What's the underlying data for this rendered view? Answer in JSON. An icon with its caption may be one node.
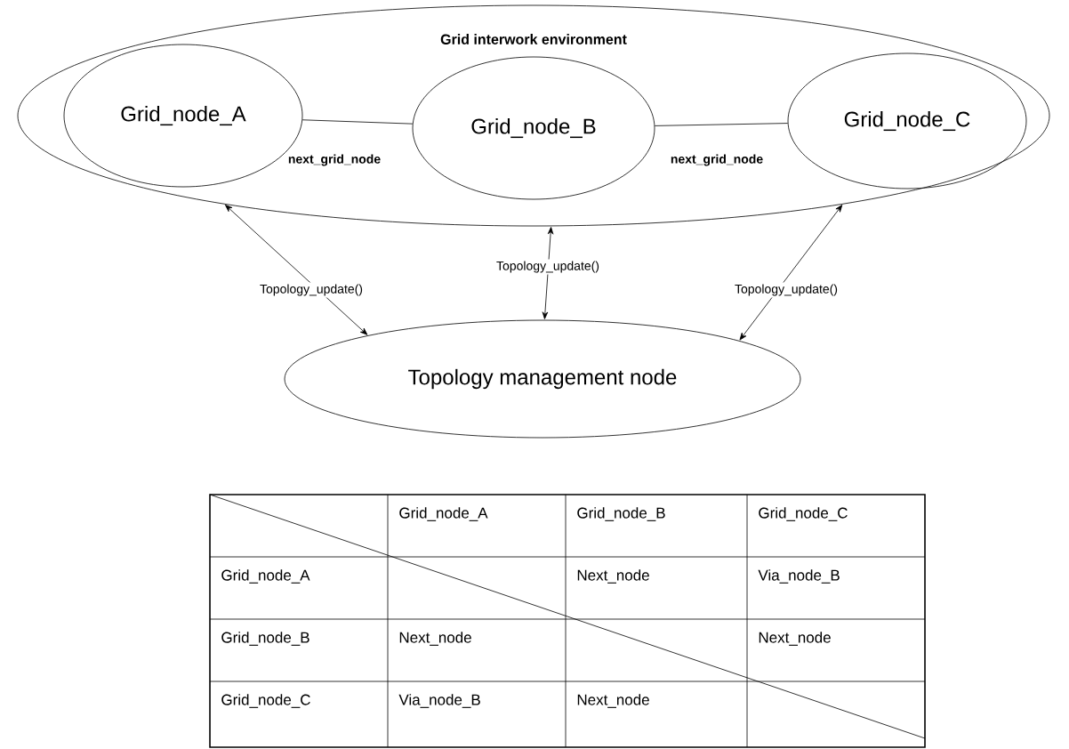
{
  "diagram": {
    "nodes": [
      {
        "text": [
          "Grid interwork environment"
        ]
      },
      {
        "text": [
          "Grid_node_A"
        ],
        "in": 0
      },
      {
        "text": [
          "Grid_node_B"
        ],
        "in": 0
      },
      {
        "text": [
          "Grid_node_C"
        ],
        "in": 0
      },
      {
        "text": [
          "Topology management node"
        ]
      }
    ],
    "edges": [
      {
        "from": 1,
        "to": 2,
        "arrow": "none",
        "label": "next_grid_node"
      },
      {
        "from": 2,
        "to": 3,
        "arrow": "none",
        "label": "next_grid_node"
      },
      {
        "from": 4,
        "to": 0,
        "arrow": "both",
        "label": "Topology_update()"
      },
      {
        "from": 4,
        "to": 0,
        "arrow": "both",
        "label": "Topology_update()"
      },
      {
        "from": 4,
        "to": 0,
        "arrow": "both",
        "label": "Topology_update()"
      }
    ],
    "labels": [
      "Grid_node_A",
      "Grid_node_B",
      "Grid_node_C",
      "Grid_node_A",
      "Next_node",
      "Via_node_B",
      "Grid_node_B",
      "Next_node",
      "Next_node",
      "Grid_node_C",
      "Via_node_B",
      "Next_node"
    ]
  }
}
